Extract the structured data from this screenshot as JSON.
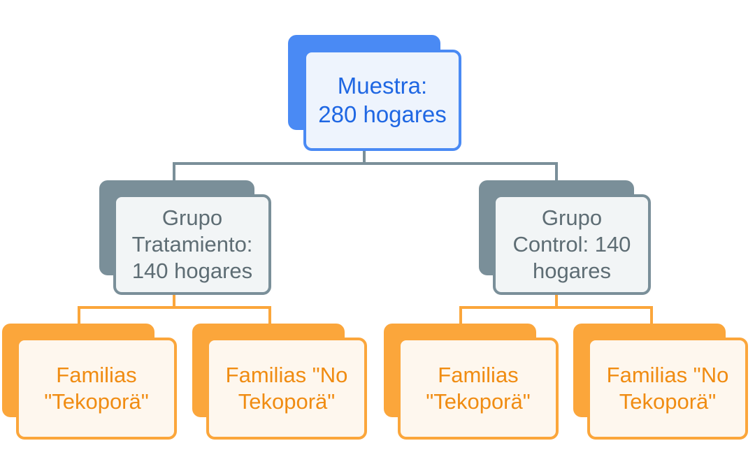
{
  "colors": {
    "root": "#4a8af4",
    "root_text": "#1f67e3",
    "group": "#7a8f99",
    "group_text": "#5e6d74",
    "leaf": "#fba63b",
    "leaf_text": "#f08c12"
  },
  "root": {
    "label": "Muestra:\n280 hogares"
  },
  "groups": [
    {
      "label": "Grupo\nTratamiento:\n140 hogares"
    },
    {
      "label": "Grupo\nControl: 140\nhogares"
    }
  ],
  "leaves": [
    {
      "label": "Familias\n\"Tekoporä\""
    },
    {
      "label": "Familias \"No\nTekoporä\""
    },
    {
      "label": "Familias\n\"Tekoporä\""
    },
    {
      "label": "Familias \"No\nTekoporä\""
    }
  ]
}
